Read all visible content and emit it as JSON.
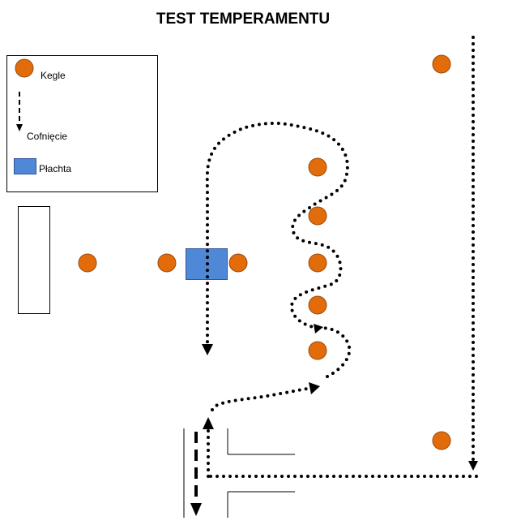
{
  "title": "TEST TEMPERAMENTU",
  "legend": {
    "items": [
      {
        "label": "Kegle",
        "icon": "cone-icon"
      },
      {
        "label": "Cofnięcie",
        "icon": "dashed-arrow-icon"
      },
      {
        "label": "Płachta",
        "icon": "sheet-icon"
      }
    ]
  },
  "colors": {
    "cone_fill": "#e36c0a",
    "cone_stroke": "#9a4a10",
    "sheet_fill": "#4f88d6",
    "sheet_stroke": "#2f5597",
    "line": "#000000"
  }
}
